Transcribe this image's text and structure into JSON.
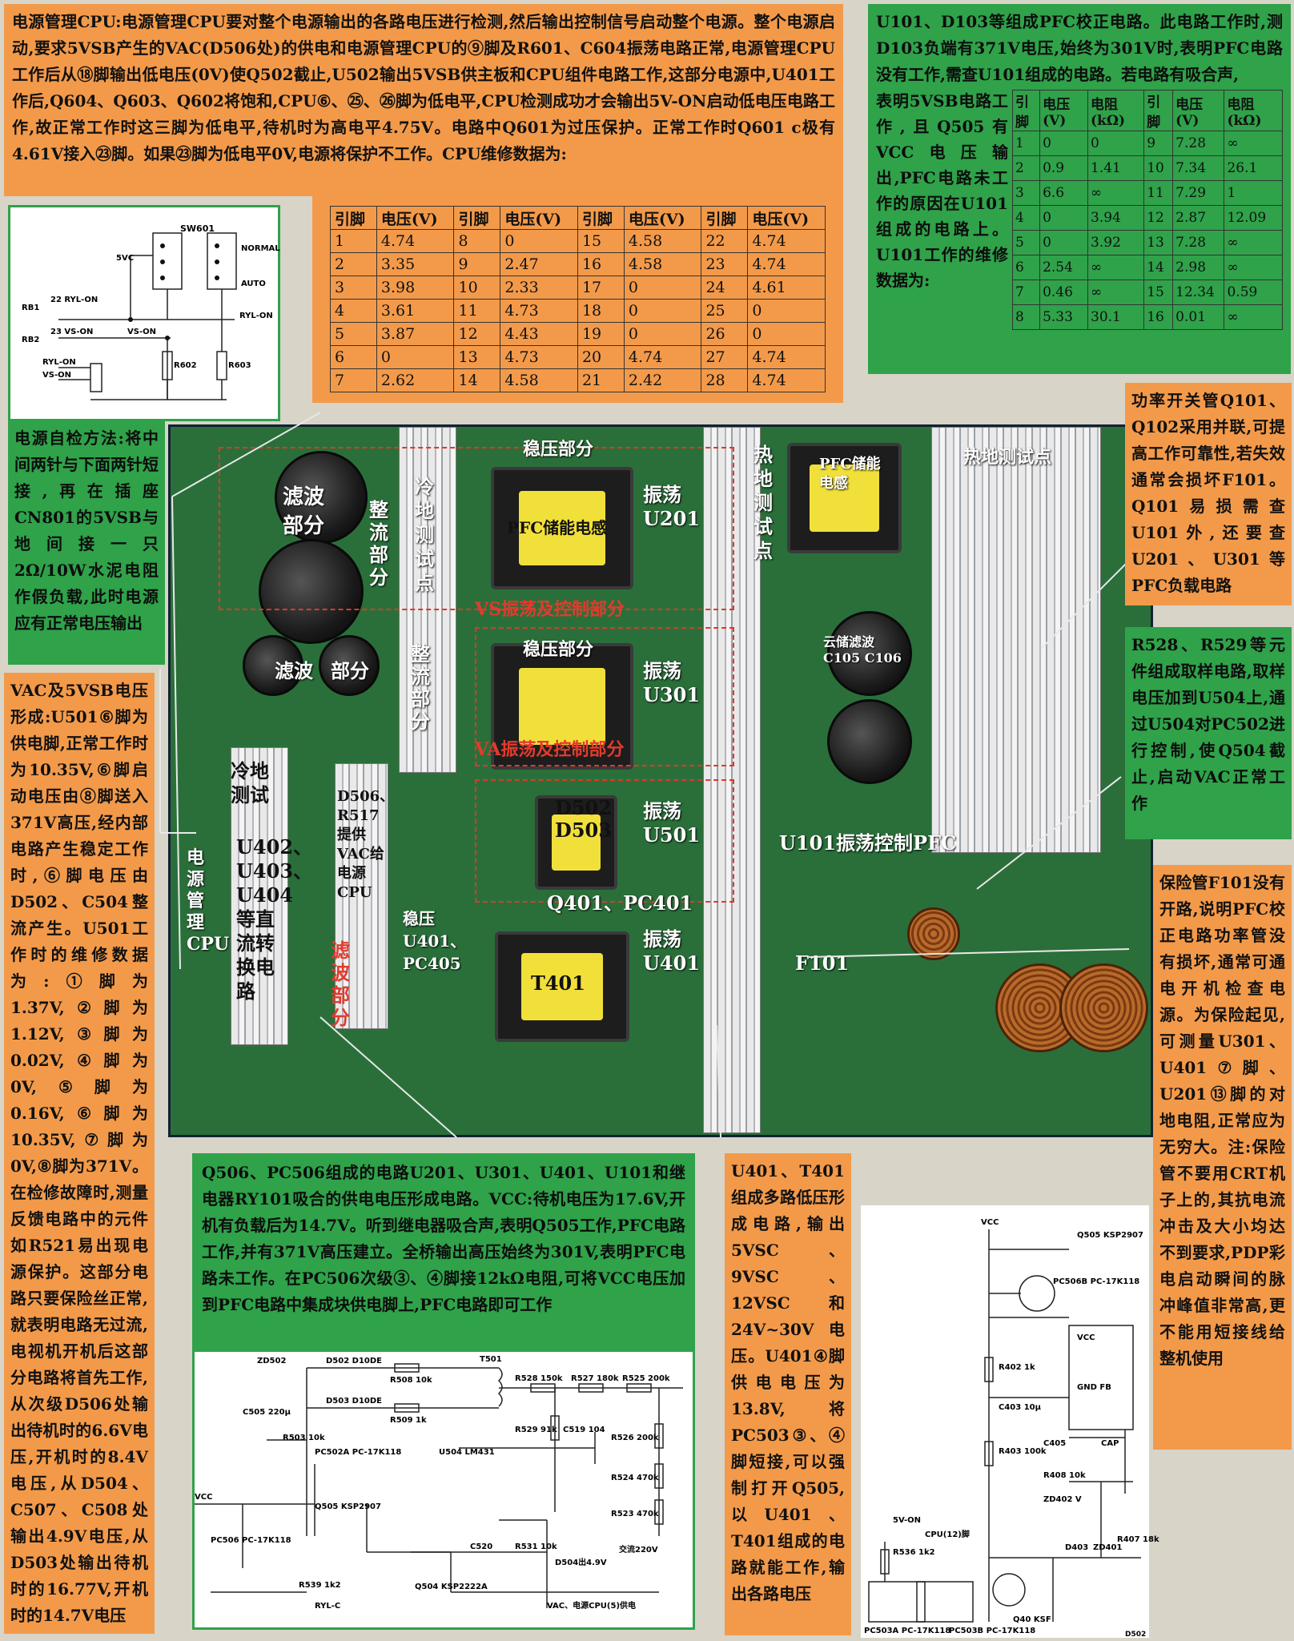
{
  "top_left": {
    "text": "电源管理CPU:电源管理CPU要对整个电源输出的各路电压进行检测,然后输出控制信号启动整个电源。整个电源启动,要求5VSB产生的VAC(D506处)的供电和电源管理CPU的⑨脚及R601、C604振荡电路正常,电源管理CPU工作后从⑱脚输出低电压(0V)使Q502截止,U502输出5VSB供主板和CPU组件电路工作,这部分电源中,U401工作后,Q604、Q603、Q602将饱和,CPU⑥、㉕、㉖脚为低电平,CPU检测成功才会输出5V-ON启动低电压电路工作,故正常工作时这三脚为低电平,待机时为高电平4.75V。电路中Q601为过压保护。正常工作时Q601 c极有4.61V接入㉓脚。如果㉓脚为低电平0V,电源将保护不工作。CPU维修数据为:"
  },
  "cpu_table": {
    "headers": [
      "引脚",
      "电压(V)",
      "引脚",
      "电压(V)",
      "引脚",
      "电压(V)",
      "引脚",
      "电压(V)"
    ],
    "rows": [
      [
        "1",
        "4.74",
        "8",
        "0",
        "15",
        "4.58",
        "22",
        "4.74"
      ],
      [
        "2",
        "3.35",
        "9",
        "2.47",
        "16",
        "4.58",
        "23",
        "4.74"
      ],
      [
        "3",
        "3.98",
        "10",
        "2.33",
        "17",
        "0",
        "24",
        "4.61"
      ],
      [
        "4",
        "3.61",
        "11",
        "4.73",
        "18",
        "0",
        "25",
        "0"
      ],
      [
        "5",
        "3.87",
        "12",
        "4.43",
        "19",
        "0",
        "26",
        "0"
      ],
      [
        "6",
        "0",
        "13",
        "4.73",
        "20",
        "4.74",
        "27",
        "4.74"
      ],
      [
        "7",
        "2.62",
        "14",
        "4.58",
        "21",
        "2.42",
        "28",
        "4.74"
      ]
    ]
  },
  "top_right": {
    "intro": "U101、D103等组成PFC校正电路。此电路工作时,测D103负端有371V电压,始终为301V时,表明PFC电路没有工作,需查U101组成的电路。若电路有吸合声,",
    "side": "表明5VSB电路工作,且Q505有VCC电压输出,PFC电路未工作的原因在U101组成的电路上。U101工作的维修数据为:"
  },
  "u101_table": {
    "headers": [
      "引脚",
      "电压(V)",
      "电阻(kΩ)",
      "引脚",
      "电压(V)",
      "电阻(kΩ)"
    ],
    "rows": [
      [
        "1",
        "0",
        "0",
        "9",
        "7.28",
        "∞"
      ],
      [
        "2",
        "0.9",
        "1.41",
        "10",
        "7.34",
        "26.1"
      ],
      [
        "3",
        "6.6",
        "∞",
        "11",
        "7.29",
        "1"
      ],
      [
        "4",
        "0",
        "3.94",
        "12",
        "2.87",
        "12.09"
      ],
      [
        "5",
        "0",
        "3.92",
        "13",
        "7.28",
        "∞"
      ],
      [
        "6",
        "2.54",
        "∞",
        "14",
        "2.98",
        "∞"
      ],
      [
        "7",
        "0.46",
        "∞",
        "15",
        "12.34",
        "0.59"
      ],
      [
        "8",
        "5.33",
        "30.1",
        "16",
        "0.01",
        "∞"
      ]
    ]
  },
  "left_selfcheck": "电源自检方法:将中间两针与下面两针短接,再在插座CN801的5VSB与地间接一只2Ω/10W水泥电阻作假负载,此时电源应有正常电压输出",
  "left_vac": "VAC及5VSB电压形成:U501⑥脚为供电脚,正常工作时为10.35V,⑥脚启动电压由⑧脚送入371V高压,经内部电路产生稳定工作时,⑥脚电压由D502、C504整流产生。U501工作时的维修数据为:①脚为1.37V,②脚为1.12V,③脚为0.02V,④脚为0V,⑤脚为0.16V,⑥脚为10.35V,⑦脚为0V,⑧脚为371V。在检修故障时,测量反馈电路中的元件如R521易出现电源保护。这部分电路只要保险丝正常,就表明电路无过流,电视机开机后这部分电路将首先工作,从次级D506处输出待机时的6.6V电压,开机时的8.4V电压,从D504、C507、C508处输出4.9V电压,从D503处输出待机时的16.77V,开机时的14.7V电压",
  "right_q101": "功率开关管Q101、Q102采用并联,可提高工作可靠性,若失效通常会损坏F101。Q101易损需查U101外,还要查U201、U301等PFC负载电路",
  "right_r528": "R528、R529等元件组成取样电路,取样电压加到U504上,通过U504对PC502进行控制,使Q504截止,启动VAC正常工作",
  "right_f101": "保险管F101没有开路,说明PFC校正电路功率管没有损坏,通常可通电开机检查电源。为保险起见,可测量U301、U401⑦脚、U201⑬脚的对地电阻,正常应为无穷大。注:保险管不要用CRT机子上的,其抗电流冲击及大小均达不到要求,PDP彩电启动瞬间的脉冲峰值非常高,更不能用短接线给整机使用",
  "bottom_q506": "Q506、PC506组成的电路U201、U301、U401、U101和继电器RY101吸合的供电电压形成电路。VCC:待机电压为17.6V,开机有负载后为14.7V。听到继电器吸合声,表明Q505工作,PFC电路工作,并有371V高压建立。全桥输出高压始终为301V,表明PFC电路未工作。在PC506次级③、④脚接12kΩ电阻,可将VCC电压加到PFC电路中集成块供电脚上,PFC电路即可工作",
  "bottom_u401": "U401、T401组成多路低压形成电路,输出5VSC、9VSC、12VSC和24V~30V电压。U401④脚供电电压为13.8V,将PC503③、④脚短接,可以强制打开Q505,以U401、T401组成的电路就能工作,输出各路电压",
  "board_labels": {
    "lv_filter": "滤波部分",
    "filter2": "滤波",
    "part2": "部分",
    "rect1": "整流部分",
    "cold1": "冷地测试点",
    "regulate1": "稳压部分",
    "pfc_cap1": "PFC储能电感",
    "osc_u201": "振荡U201",
    "hot1": "热地测试点",
    "pfc_cap2": "PFC储能电感",
    "hot2": "热地测试点",
    "vs_ctrl": "VS振荡及控制部分",
    "regulate2": "稳压部分",
    "rect2": "整流部分",
    "osc_u301": "振荡U301",
    "filter_c105": "云储滤波C105 C106",
    "va_ctrl": "VA振荡及控制部分",
    "cold2": "冷地测试",
    "u402": "U402、U403、U404等直流转换电路",
    "d506": "D506、R517提供VAC给电源CPU",
    "d502": "D502 D503",
    "osc_u501": "振荡U501",
    "u101_pfc": "U101振荡控制PFC",
    "pm_cpu": "电源管理CPU",
    "regulate3": "稳压U401、PC405",
    "q401": "Q401、PC401",
    "t401": "T401",
    "osc_u401": "振荡U401",
    "f101": "F101",
    "filter_red": "滤波部分"
  },
  "schem_top": {
    "sw": "SW601",
    "normal": "NORMAL",
    "auto": "AUTO",
    "v5": "5VC",
    "rb1": "RB1",
    "rb2": "RB2",
    "ryl_on_a": "22 RYL-ON",
    "vs_on_a": "23 VS-ON",
    "vs_on_b": "VS-ON",
    "ryl_on_b": "RYL-ON",
    "ryl_on_c": "RYL-ON",
    "vs_on_c": "VS-ON",
    "r602": "R602",
    "r603": "R603"
  },
  "schem_bottom": {
    "zd502": "ZD502",
    "c505": "C505 220μ",
    "d502": "D502 D10DE",
    "d503": "D503 D10DE",
    "r508": "R508 10k",
    "r509": "R509 1k",
    "t501": "T501",
    "r503": "R503 10k",
    "pc502a": "PC502A PC-17K118",
    "u504": "U504 LM431",
    "r528": "R528 150k",
    "r527": "R527 180k",
    "r525": "R525 200k",
    "r529": "R529 91k",
    "c519": "C519 104",
    "r526": "R526 200k",
    "r524": "R524 470k",
    "r523": "R523 470k",
    "ac": "交流220V",
    "vcc": "VCC",
    "q505": "Q505 KSP2907",
    "pc506": "PC506 PC-17K118",
    "c520": "C520",
    "r531": "R531 10k",
    "d504": "D504出4.9V",
    "r539": "R539 1k2",
    "rylc": "RYL-C",
    "q504": "Q504 KSP2222A",
    "vac": "VAC、电源CPU(5)供电"
  },
  "schem_right": {
    "vcc": "VCC",
    "q505": "Q505 KSP2907",
    "pc506b": "PC506B PC-17K118",
    "r402": "R402 1k",
    "c403": "C403 10μ",
    "r403": "R403 100k",
    "vcc2": "VCC",
    "gnd": "GND FB",
    "c405": "C405",
    "cap": "CAP",
    "r408": "R408 10k",
    "zd402": "ZD402 V",
    "v5on": "5V-ON",
    "cpu12": "CPU(12)脚",
    "r536": "R536 1k2",
    "pc503a": "PC503A PC-17K118",
    "pc503b": "PC503B PC-17K118",
    "q40": "Q40 KSF",
    "d403": "D403",
    "zd401": "ZD401",
    "r407": "R407 18k",
    "d502": "D502"
  }
}
